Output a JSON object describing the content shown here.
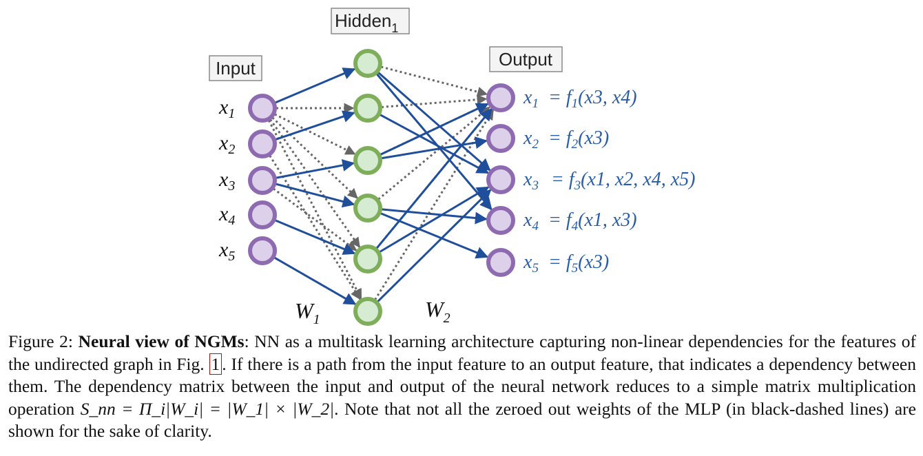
{
  "layers": {
    "input_label": "Input",
    "hidden_label": "Hidden",
    "hidden_sub": "1",
    "output_label": "Output"
  },
  "input_nodes": [
    {
      "var": "x",
      "sub": "1"
    },
    {
      "var": "x",
      "sub": "2"
    },
    {
      "var": "x",
      "sub": "3"
    },
    {
      "var": "x",
      "sub": "4"
    },
    {
      "var": "x",
      "sub": "5"
    }
  ],
  "output_nodes": [
    {
      "var": "x",
      "sub": "1",
      "eq": "= f",
      "fsub": "1",
      "args": "(x3, x4)"
    },
    {
      "var": "x",
      "sub": "2",
      "eq": "= f",
      "fsub": "2",
      "args": "(x3)"
    },
    {
      "var": "x",
      "sub": "3",
      "eq": "= f",
      "fsub": "3",
      "args": "(x1, x2, x4, x5)"
    },
    {
      "var": "x",
      "sub": "4",
      "eq": "= f",
      "fsub": "4",
      "args": "(x1, x3)"
    },
    {
      "var": "x",
      "sub": "5",
      "eq": "= f",
      "fsub": "5",
      "args": "(x3)"
    }
  ],
  "weights": {
    "w1": "W",
    "w1_sub": "1",
    "w2": "W",
    "w2_sub": "2"
  },
  "colors": {
    "input_node_stroke": "#8e6bb0",
    "input_node_fill": "#ddd0ea",
    "hidden_node_stroke": "#7fae5b",
    "hidden_node_fill": "#d6ecd2",
    "solid_edge": "#1f4e9b",
    "dashed_edge": "#666666",
    "function_text": "#2a5da8"
  },
  "caption": {
    "prefix": "Figure 2: ",
    "bold": "Neural view of NGMs",
    "text1": ": NN as a multitask learning architecture capturing non-linear dependencies for the features of the undirected graph in Fig. ",
    "ref": "1",
    "text2": ". If there is a path from the input feature to an output feature, that indicates a dependency between them. The dependency matrix between the input and output of the neural network reduces to a simple matrix multiplication operation ",
    "math": "S_nn = Π_i|W_i| = |W_1| × |W_2|",
    "text3": ". Note that not all the zeroed out weights of the MLP (in black-dashed lines) are shown for the sake of clarity."
  }
}
